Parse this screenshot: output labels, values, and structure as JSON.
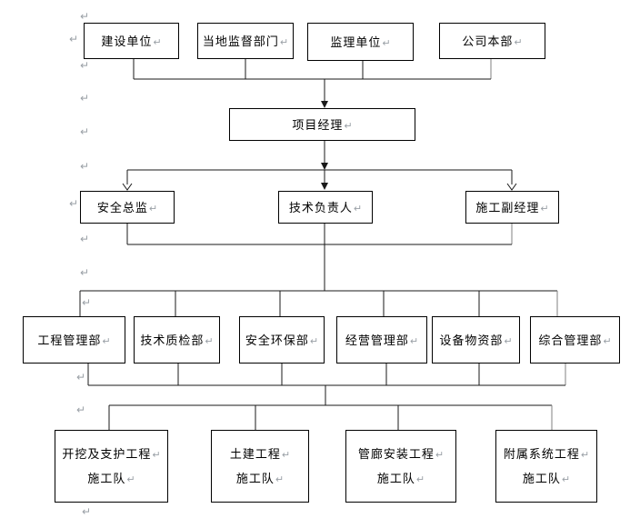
{
  "document": {
    "type": "organization-chart",
    "formatting": {
      "paragraph_mark": "↵"
    },
    "colors": {
      "background": "#ffffff",
      "line": "#000000",
      "line_secondary": "#808080",
      "box_border": "#000000",
      "text": "#000000",
      "formatting_mark": "#9aa0a6"
    }
  },
  "nodes": {
    "top": [
      {
        "label": "建设单位"
      },
      {
        "label": "当地监督部门"
      },
      {
        "label": "监理单位"
      },
      {
        "label": "公司本部"
      }
    ],
    "manager": {
      "label": "项目经理"
    },
    "deputies": [
      {
        "label": "安全总监"
      },
      {
        "label": "技术负责人"
      },
      {
        "label": "施工副经理"
      }
    ],
    "departments": [
      {
        "label": "工程管理部"
      },
      {
        "label": "技术质检部"
      },
      {
        "label": "安全环保部"
      },
      {
        "label": "经营管理部"
      },
      {
        "label": "设备物资部"
      },
      {
        "label": "综合管理部"
      }
    ],
    "teams": [
      {
        "line1": "开挖及支护工程",
        "line2": "施工队"
      },
      {
        "line1": "土建工程",
        "line2": "施工队"
      },
      {
        "line1": "管廊安装工程",
        "line2": "施工队"
      },
      {
        "line1": "附属系统工程",
        "line2": "施工队"
      }
    ]
  }
}
